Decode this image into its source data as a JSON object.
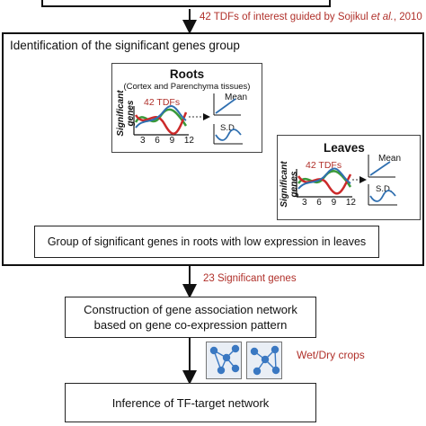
{
  "annotations": {
    "tdfs_guided_prefix": "42 TDFs of interest guided by Sojikul ",
    "tdfs_guided_etal": "et al.",
    "tdfs_guided_suffix": ", 2010",
    "significant_genes": "23 Significant genes",
    "wet_dry": "Wet/Dry crops"
  },
  "outer_box": {
    "title": "Identification of the significant genes group"
  },
  "roots_panel": {
    "title": "Roots",
    "subtitle": "(Cortex and Parenchyma tissues)",
    "y_label": "Significant genes",
    "tdf_label": "42 TDFs",
    "mean_label": "Mean",
    "sd_label": "S.D.",
    "x_ticks": [
      "3",
      "6",
      "9",
      "12"
    ]
  },
  "leaves_panel": {
    "title": "Leaves",
    "y_label": "Significant genes",
    "tdf_label": "42 TDFs",
    "mean_label": "Mean",
    "sd_label": "S.D.",
    "x_ticks": [
      "3",
      "6",
      "9",
      "12"
    ]
  },
  "group_box": {
    "text": "Group of significant genes in roots with low expression in leaves"
  },
  "network_box": {
    "line1": "Construction of gene association network",
    "line2": "based on gene co-expression pattern"
  },
  "tf_box": {
    "text": "Inference of TF-target network"
  },
  "colors": {
    "accent_red": "#b0302a",
    "curve_green": "#3a9a3a",
    "curve_red": "#cc2a2a",
    "curve_blue": "#2f6fb0",
    "node_blue": "#3a78c2"
  }
}
